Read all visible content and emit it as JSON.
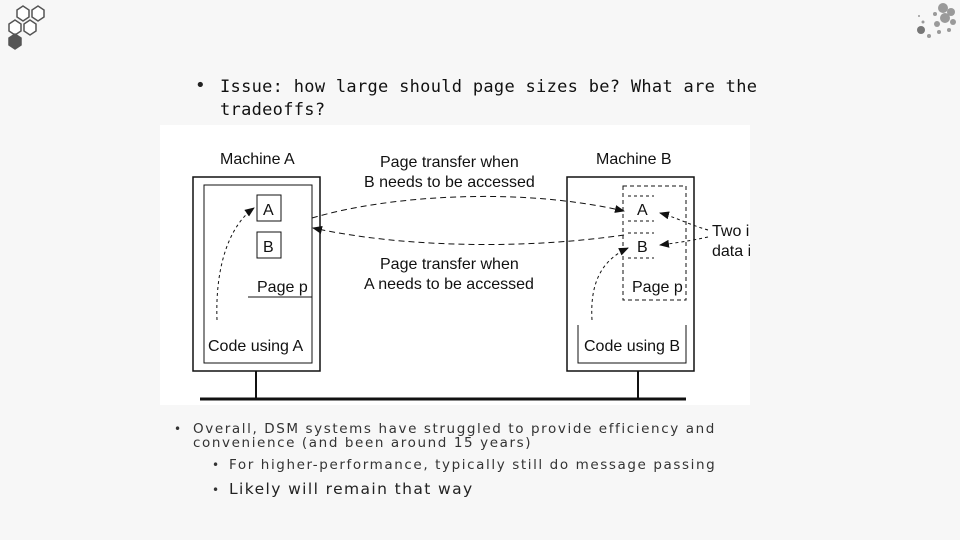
{
  "slide": {
    "issue_bullet": "Issue: how large should page sizes be?  What are the tradeoffs?",
    "points": [
      {
        "text": "Overall, DSM systems have struggled to provide efficiency and convenience (and been around 15 years)",
        "level": 1
      },
      {
        "text": "For higher-performance, typically still do message passing",
        "level": 2
      },
      {
        "text": "Likely will remain that way",
        "level": 2
      }
    ]
  },
  "diagram": {
    "machine_a_label": "Machine A",
    "machine_b_label": "Machine B",
    "transfer_top": [
      "Page transfer when",
      "B needs to be accessed"
    ],
    "transfer_bottom": [
      "Page transfer when",
      "A needs to be accessed"
    ],
    "item_a": "A",
    "item_b": "B",
    "page_label": "Page p",
    "code_a": "Code using A",
    "code_b": "Code using B",
    "independent_label": [
      "Two independent",
      "data items"
    ]
  },
  "icons": {
    "left_logo": "hexagon-logo-icon",
    "right_logo": "dot-sphere-logo-icon"
  }
}
